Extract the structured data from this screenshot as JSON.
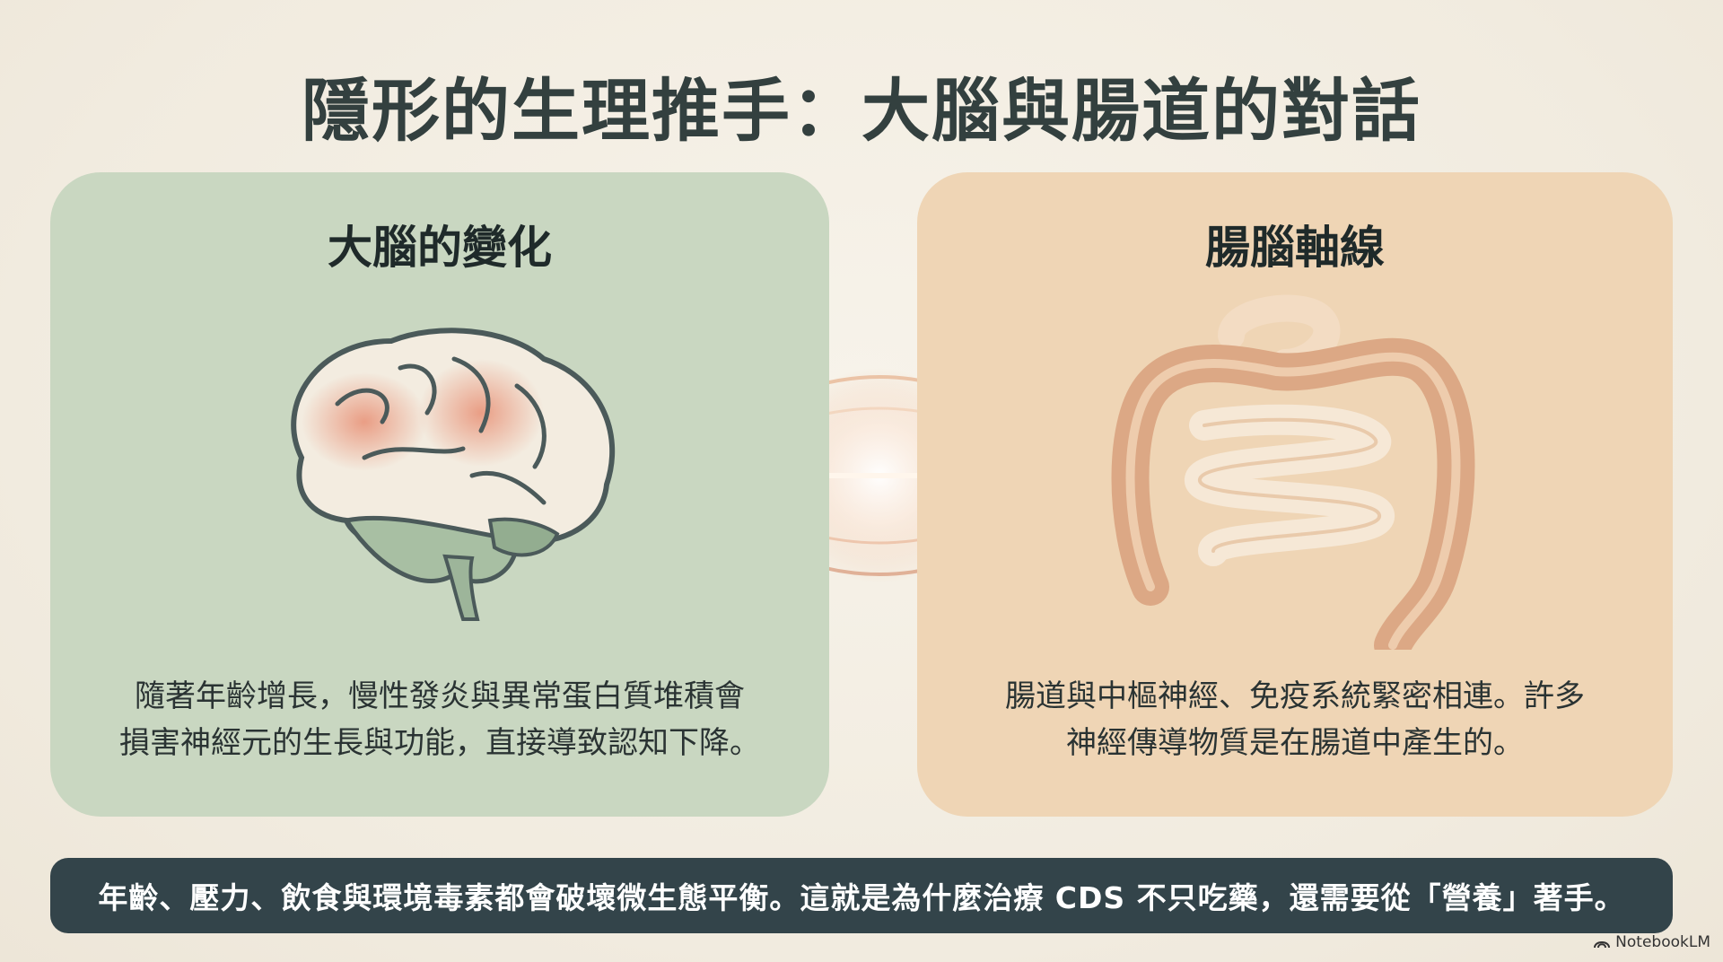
{
  "title": "隱形的生理推手：大腦與腸道的對話",
  "left_panel": {
    "heading": "大腦的變化",
    "text_line1": "隨著年齡增長，慢性發炎與異常蛋白質堆積會",
    "text_line2": "損害神經元的生長與功能，直接導致認知下降。",
    "color": "#c9d7c1"
  },
  "right_panel": {
    "heading": "腸腦軸線",
    "text_line1": "腸道與中樞神經、免疫系統緊密相連。許多",
    "text_line2": "神經傳導物質是在腸道中產生的。",
    "color": "#efd5b5"
  },
  "banner": {
    "text": "年齡、壓力、飲食與環境毒素都會破壞微生態平衡。這就是為什麼治療 CDS 不只吃藥，還需要從「營養」著手。",
    "color": "#33444a"
  },
  "brandmark": "NotebookLM",
  "icons": [
    "brain-icon",
    "intestine-icon",
    "notebooklm-logo-icon"
  ]
}
